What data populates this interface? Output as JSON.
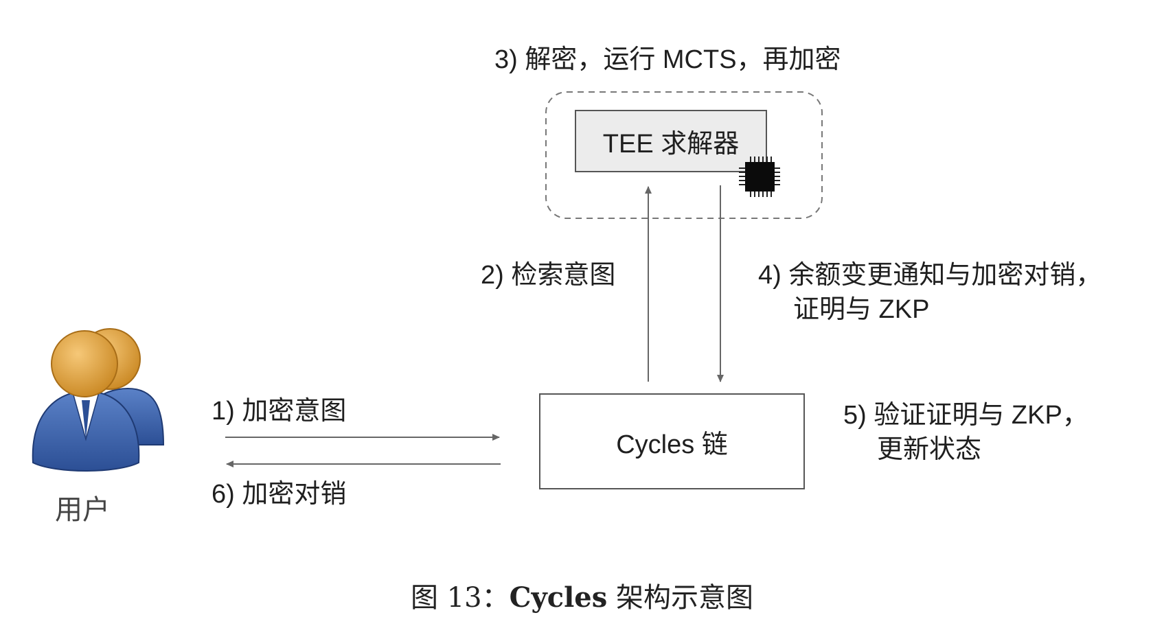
{
  "labels": {
    "step3": "3) 解密，运行 MCTS，再加密",
    "tee_box": "TEE 求解器",
    "step2": "2) 检索意图",
    "step4_line1": "4) 余额变更通知与加密对销，",
    "step4_line2": "证明与 ZKP",
    "step1": "1) 加密意图",
    "step6": "6) 加密对销",
    "chain_box": "Cycles 链",
    "step5_line1": "5) 验证证明与 ZKP，",
    "step5_line2": "更新状态",
    "user": "用户"
  },
  "caption": {
    "prefix": "图 13：",
    "bold": "Cycles",
    "suffix": " 架构示意图"
  },
  "icons": {
    "user": "users-icon",
    "chip": "chip-icon"
  },
  "colors": {
    "arrow": "#666666",
    "tee_fill": "#ececec",
    "user_body": "#3a5fa8",
    "user_head": "#e0a246"
  }
}
